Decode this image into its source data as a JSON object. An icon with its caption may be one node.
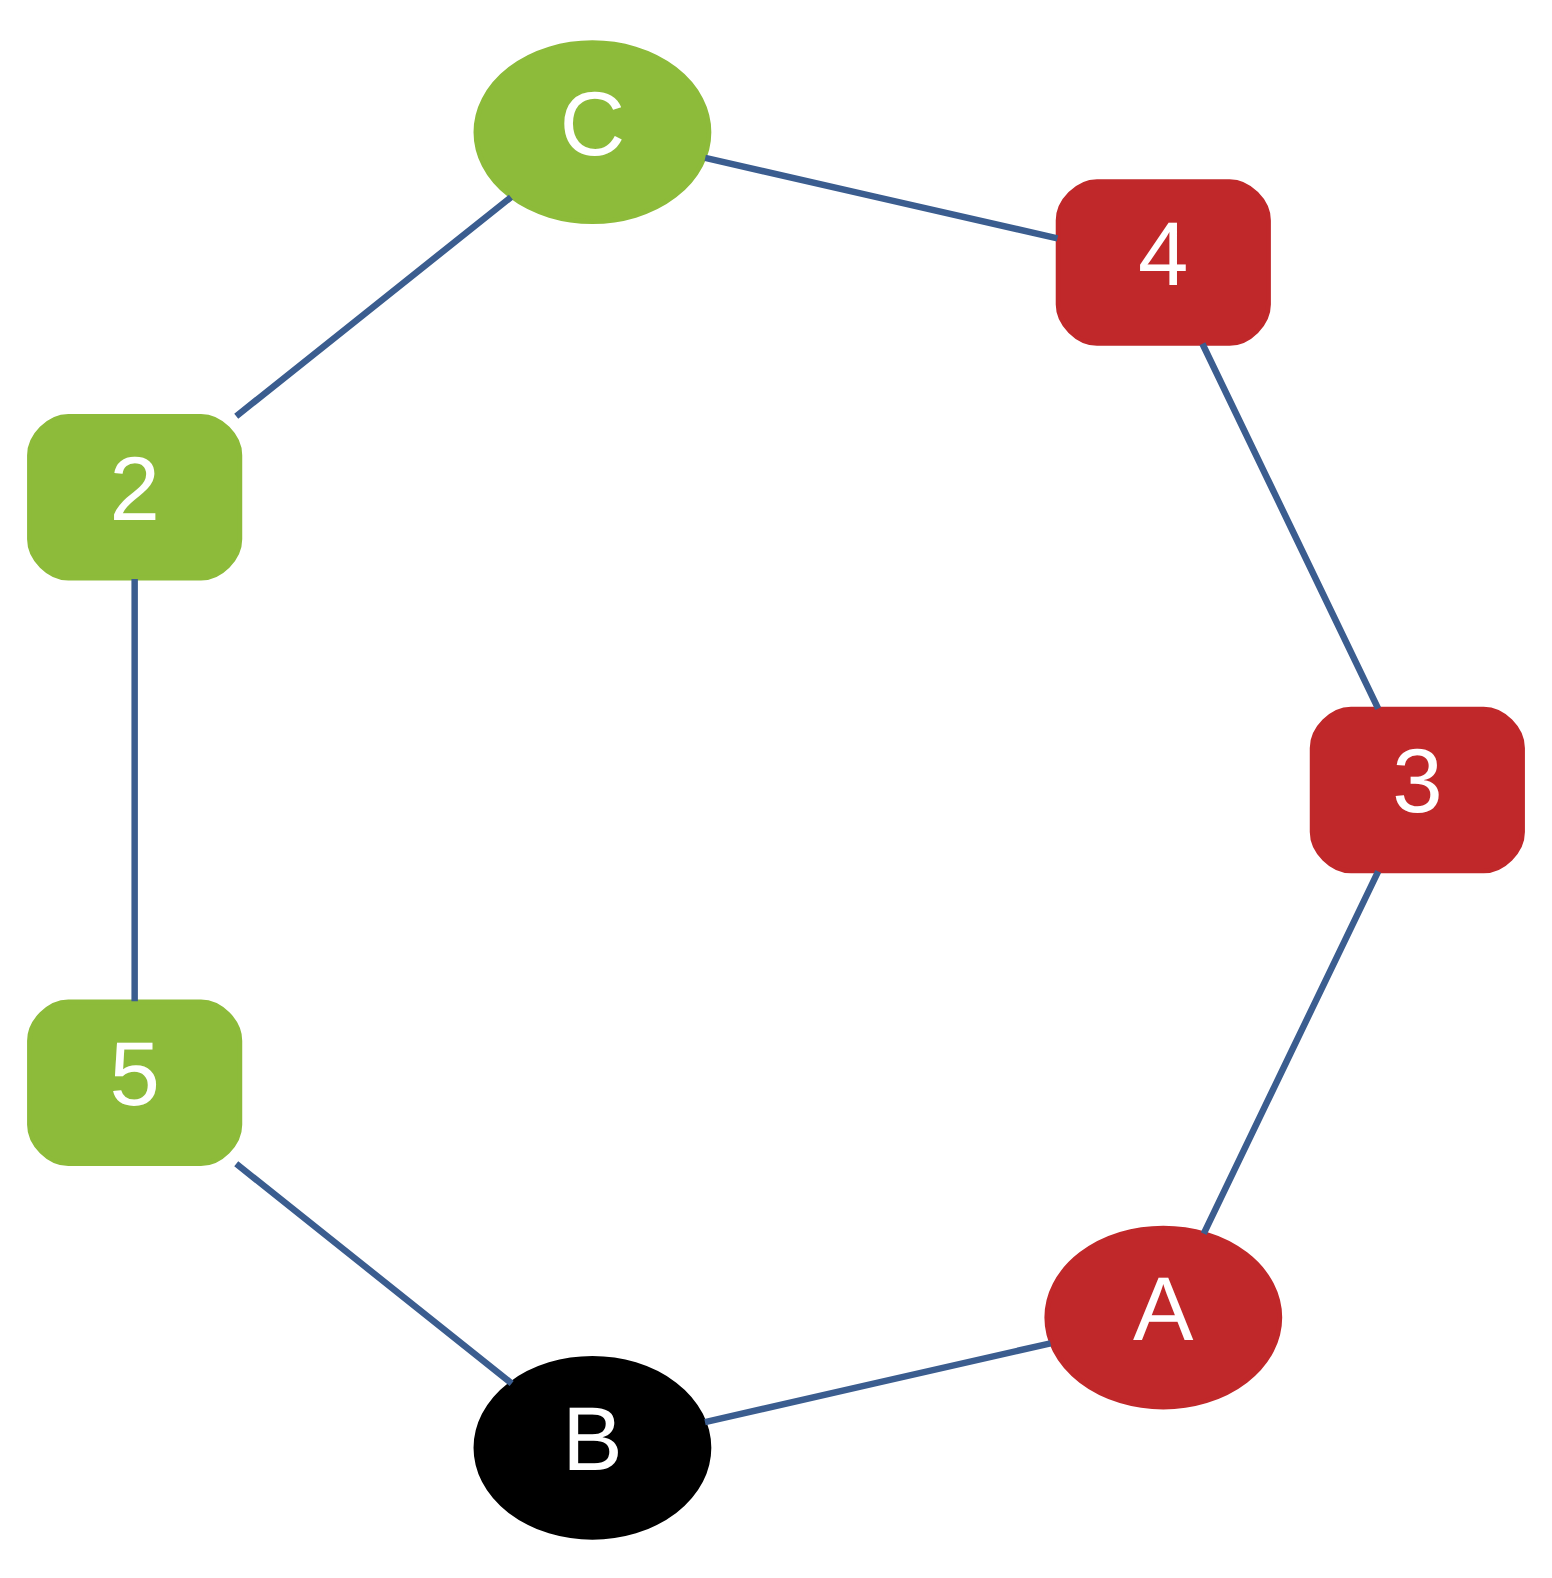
{
  "diagram": {
    "nodes": [
      {
        "text": [
          "A"
        ]
      },
      {
        "text": [
          "3"
        ]
      },
      {
        "text": [
          "4"
        ]
      },
      {
        "text": [
          "B"
        ]
      },
      {
        "text": [
          "5"
        ]
      },
      {
        "text": [
          "2"
        ]
      },
      {
        "text": [
          "C"
        ]
      }
    ],
    "edges": [
      {
        "from": 0,
        "to": 3,
        "arrow": "none"
      },
      {
        "from": 3,
        "to": 4,
        "arrow": "none"
      },
      {
        "from": 4,
        "to": 5,
        "arrow": "none"
      },
      {
        "from": 5,
        "to": 6,
        "arrow": "none"
      },
      {
        "from": 6,
        "to": 2,
        "arrow": "none"
      },
      {
        "from": 2,
        "to": 1,
        "arrow": "none"
      },
      {
        "from": 1,
        "to": 0,
        "arrow": "none"
      }
    ]
  }
}
